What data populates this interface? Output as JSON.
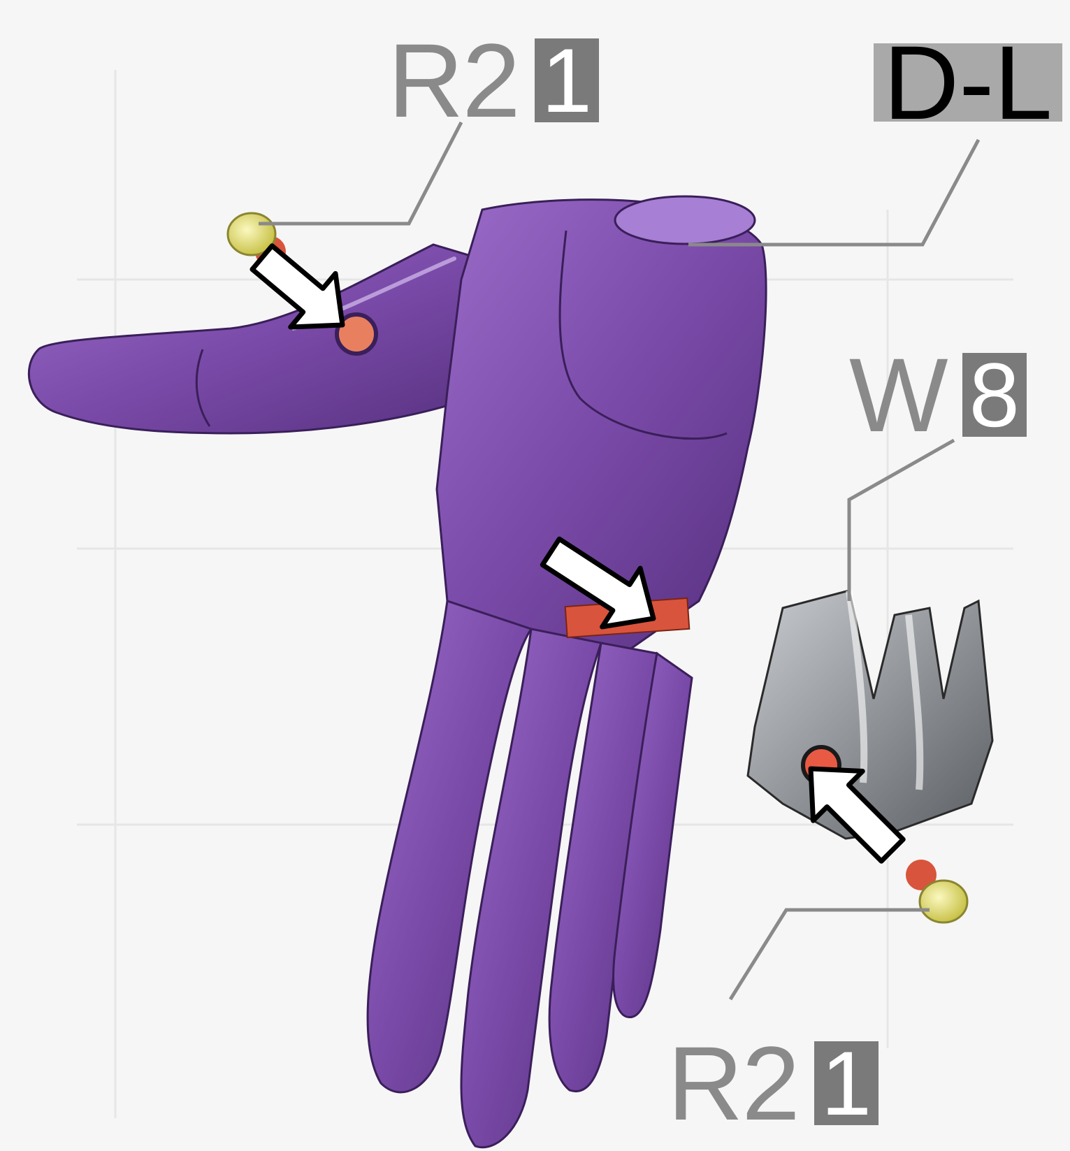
{
  "callouts": [
    {
      "code": "R2",
      "quantity": "1"
    },
    {
      "code": "D-L"
    },
    {
      "code": "W",
      "quantity": "8"
    },
    {
      "code": "R2",
      "quantity": "1"
    }
  ],
  "colors": {
    "background": "#f6f6f6",
    "hand_part": "#7a4aa8",
    "attachment_part": "#8e9296",
    "marker": "#d9543c",
    "pin": "#e8e482",
    "leader_line": "#8a8a8a",
    "quantity_box": "#7a7a7a",
    "tag_box": "#a9a9a9"
  }
}
